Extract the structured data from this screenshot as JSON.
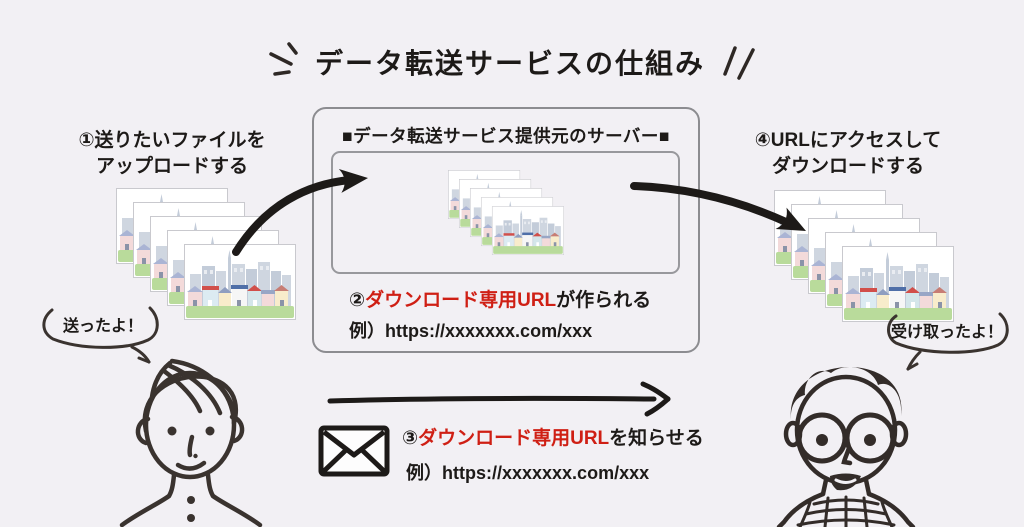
{
  "title": "データ転送サービスの仕組み",
  "step1": {
    "line1": "①送りたいファイルを",
    "line2": "アップロードする"
  },
  "server_box": {
    "title": "■データ転送サービス提供元のサーバー■",
    "step2": {
      "number": "②",
      "highlight": "ダウンロード専用URL",
      "rest": "が作られる",
      "example": "例）https://xxxxxxx.com/xxx"
    }
  },
  "step3": {
    "number": "③",
    "highlight": "ダウンロード専用URL",
    "rest": "を知らせる",
    "example": "例）https://xxxxxxx.com/xxx"
  },
  "step4": {
    "line1": "④URLにアクセスして",
    "line2": "ダウンロードする"
  },
  "sender_bubble": "送ったよ！",
  "receiver_bubble": "受け取ったよ！",
  "icons": {
    "envelope": "envelope-icon",
    "file_stack": "image-file-stack-icon",
    "sparkles": "emphasis-sparkle-icon"
  },
  "colors": {
    "background": "#f2f0f4",
    "ink": "#1d1a18",
    "accent_red": "#cf1f14",
    "box_border": "#8c8c90",
    "grass_green": "#b9db9b",
    "building_gray": "#cfd6e0"
  }
}
